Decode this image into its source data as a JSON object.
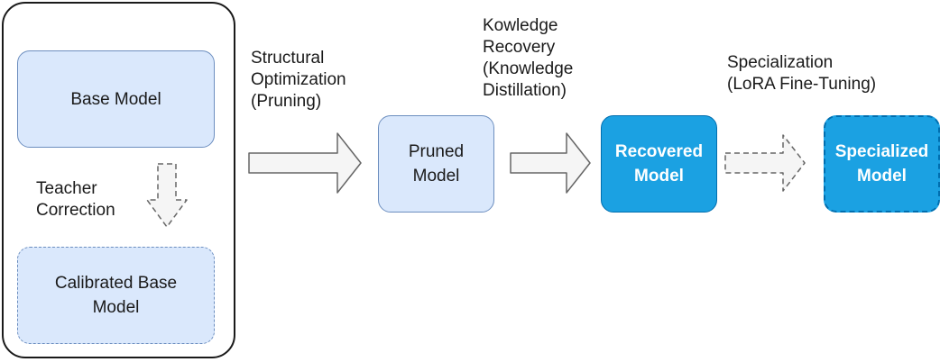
{
  "nodes": {
    "base_model": "Base Model",
    "calibrated_base_model": "Calibrated Base\nModel",
    "pruned_model": "Pruned\nModel",
    "recovered_model": "Recovered\nModel",
    "specialized_model": "Specialized\nModel"
  },
  "edges": {
    "teacher_correction": "Teacher\nCorrection",
    "structural_optimization": "Structural\nOptimization\n(Pruning)",
    "knowledge_recovery": "Kowledge\nRecovery\n(Knowledge\nDistillation)",
    "specialization": "Specialization\n(LoRA Fine-Tuning)"
  },
  "colors": {
    "light_fill": "#dae8fc",
    "light_stroke": "#6c8ebf",
    "dark_fill": "#1ba1e2",
    "dark_stroke": "#006eaf",
    "arrow_fill": "#f5f5f5",
    "arrow_stroke": "#666666"
  }
}
